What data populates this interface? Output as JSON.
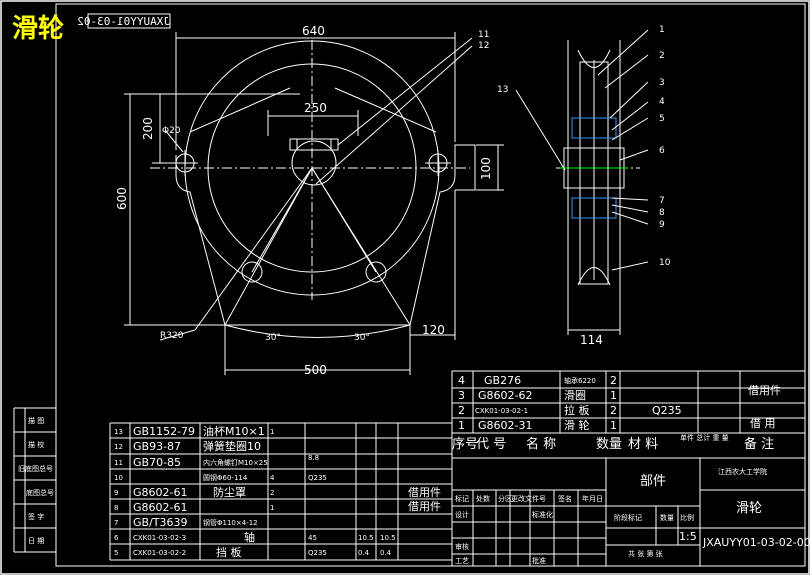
{
  "drawing_title": "滑轮",
  "drawing_code_mirrored": "JXAUYY01-03-02",
  "front_view": {
    "dim_overall_width": "640",
    "dim_bolt_spacing": "250",
    "dim_height_200": "200",
    "dim_hole": "Φ20",
    "dim_height_600": "600",
    "dim_height_100": "100",
    "dim_radius": "R320",
    "dim_angle_left": "30°",
    "dim_angle_right": "30°",
    "dim_base_width": "500",
    "dim_offset": "120",
    "leader_11": "11",
    "leader_12": "12"
  },
  "side_view": {
    "leader_13": "13",
    "leaders": [
      "1",
      "2",
      "3",
      "4",
      "5",
      "6",
      "7",
      "8",
      "9",
      "10"
    ],
    "dim_width": "114"
  },
  "left_strip": {
    "labels": [
      "描 图",
      "描 校",
      "旧底图总号",
      "底图总号",
      "签 字",
      "日 期"
    ]
  },
  "bom_upper": [
    {
      "no": "4",
      "code": "GB276",
      "name": "轴承6220",
      "qty": "2",
      "material": "",
      "note": "借用件"
    },
    {
      "no": "3",
      "code": "G8602-62",
      "name": "滑圈",
      "qty": "1",
      "material": "",
      "note": ""
    },
    {
      "no": "2",
      "code": "CXK01-03-02-1",
      "name": "拉 板",
      "qty": "2",
      "material": "Q235",
      "note": "借 用"
    },
    {
      "no": "1",
      "code": "G8602-31",
      "name": "滑 轮",
      "qty": "1",
      "material": "",
      "note": ""
    }
  ],
  "bom_header": {
    "no": "序号",
    "code": "代 号",
    "name": "名 称",
    "qty": "数量",
    "material": "材 料",
    "weight": "单件 总计 重 量",
    "note": "备 注"
  },
  "bom_lower": [
    {
      "no": "13",
      "code": "GB1152-79",
      "name": "油杯M10×1",
      "qty": "1",
      "material": "",
      "unit": "",
      "total": "",
      "note": ""
    },
    {
      "no": "12",
      "code": "GB93-87",
      "name": "弹簧垫圈10",
      "qty": "",
      "material": "",
      "unit": "",
      "total": "",
      "note": ""
    },
    {
      "no": "11",
      "code": "GB70-85",
      "name": "内六角螺钉M10×25",
      "qty": "",
      "material": "8.8",
      "unit": "",
      "total": "",
      "note": ""
    },
    {
      "no": "10",
      "code": "",
      "name": "圆钢Φ60-114",
      "qty": "4",
      "material": "Q235",
      "unit": "",
      "total": "",
      "note": ""
    },
    {
      "no": "9",
      "code": "G8602-61",
      "name": "防尘罩",
      "qty": "2",
      "material": "",
      "unit": "",
      "total": "",
      "note": "借用件"
    },
    {
      "no": "8",
      "code": "G8602-61",
      "name": "",
      "qty": "1",
      "material": "",
      "unit": "",
      "total": "",
      "note": "借用件"
    },
    {
      "no": "7",
      "code": "GB/T3639",
      "name": "钢管Φ110×4-12",
      "qty": "",
      "material": "",
      "unit": "",
      "total": "",
      "note": ""
    },
    {
      "no": "6",
      "code": "CXK01-03-02-3",
      "name": "轴",
      "qty": "",
      "material": "45",
      "unit": "10.5",
      "total": "10.5",
      "note": ""
    },
    {
      "no": "5",
      "code": "CXK01-03-02-2",
      "name": "挡 板",
      "qty": "",
      "material": "Q235",
      "unit": "0.4",
      "total": "0.4",
      "note": ""
    }
  ],
  "title_block": {
    "org": "江西农大工学院",
    "part_type": "部件",
    "part_name": "滑轮",
    "drawing_no": "JXAUYY01-03-02-00",
    "scale_label": "比例",
    "qty_label": "数量",
    "stage_label": "阶段标记",
    "scale": "1:5",
    "sheets_label": "共 张 第 张",
    "row_marks": [
      "标记",
      "处数",
      "分区",
      "更改文件号",
      "签名",
      "年月日"
    ],
    "row_people": [
      "设计",
      "",
      "",
      "标准化",
      "",
      ""
    ],
    "row_review": [
      "审核",
      "",
      "",
      "",
      "",
      ""
    ],
    "row_process": [
      "工艺",
      "",
      "",
      "批准",
      "",
      ""
    ]
  }
}
